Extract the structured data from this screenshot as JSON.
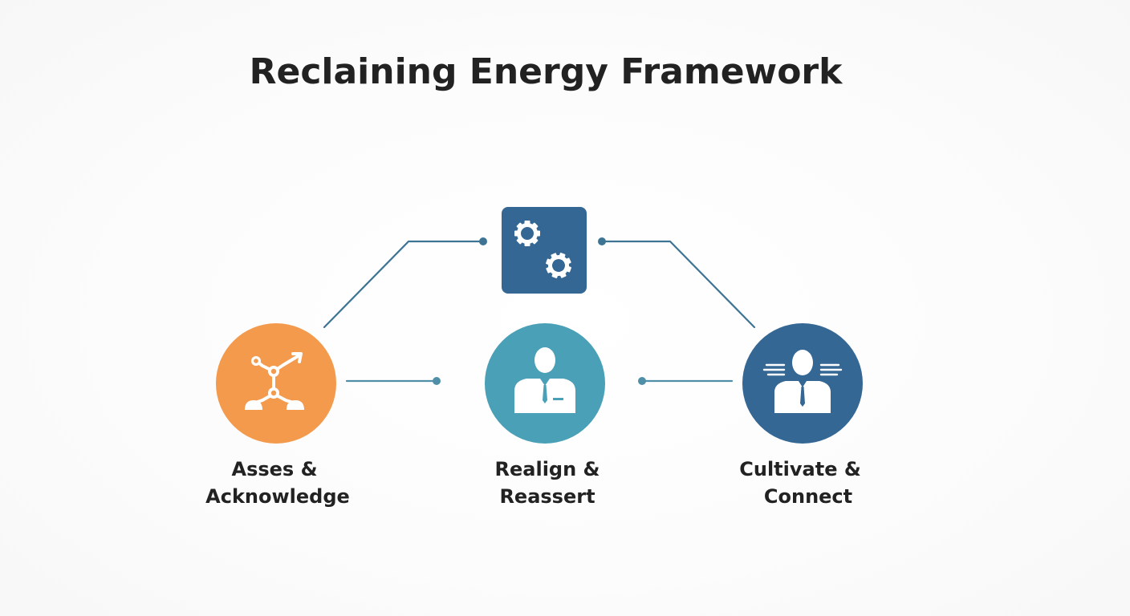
{
  "title": "Reclaining Energy Framework",
  "colors": {
    "orange": "#f39a4c",
    "teal": "#4aa0b6",
    "blue": "#356795",
    "connector_left": "#3d7494",
    "connector_right": "#4f8fa8",
    "text": "#222222"
  },
  "nodes": {
    "gears": {
      "icon": "gears-icon"
    },
    "assess": {
      "icon": "growth-network-icon",
      "label_line1": "Asses &",
      "label_line2": "Acknowledge"
    },
    "realign": {
      "icon": "businessperson-icon",
      "label_line1": "Realign &",
      "label_line2": "Reassert"
    },
    "cultivate": {
      "icon": "speaking-businessperson-icon",
      "label_line1": "Cultivate &",
      "label_line2": "Connect"
    }
  }
}
